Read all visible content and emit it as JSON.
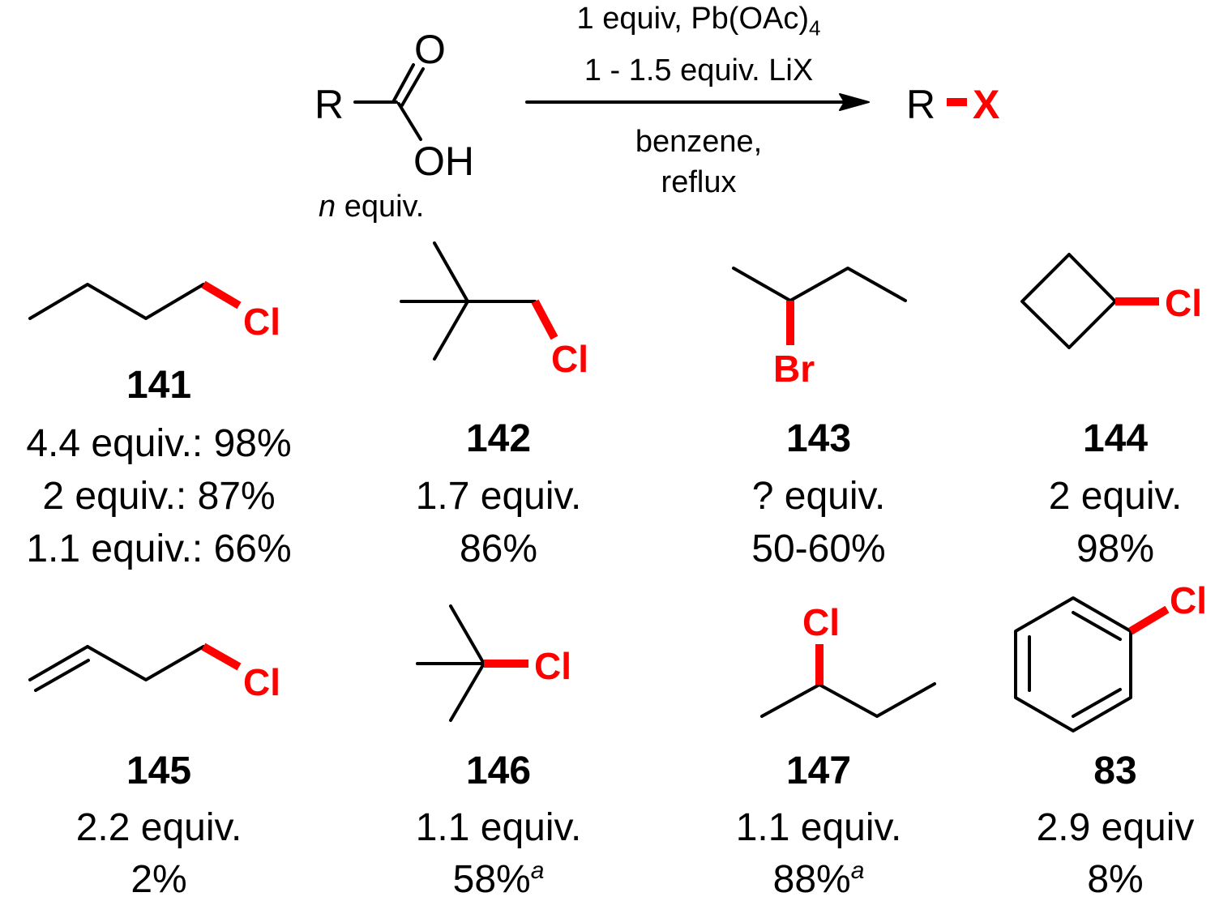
{
  "scheme": {
    "reactant": {
      "r_label": "R",
      "carbonyl_o": "O",
      "hydroxyl": "OH",
      "amount_var": "n",
      "amount_unit": "equiv."
    },
    "conditions": {
      "line1_main": "1 equiv, Pb(OAc)",
      "line1_sub": "4",
      "line2": "1 - 1.5 equiv. LiX",
      "line3": "benzene,",
      "line4": "reflux"
    },
    "product": {
      "r_label": "R",
      "x_label": "X"
    },
    "colors": {
      "halogen": "#ff0000",
      "bond": "#000000"
    }
  },
  "compounds": [
    {
      "id": "141",
      "halogen": "Cl",
      "structure": "1-chlorobutane",
      "lines": [
        "4.4 equiv.: 98%",
        "2 equiv.: 87%",
        "1.1 equiv.: 66%"
      ]
    },
    {
      "id": "142",
      "halogen": "Cl",
      "structure": "neopentyl chloride",
      "equiv": "1.7 equiv.",
      "yield": "86%"
    },
    {
      "id": "143",
      "halogen": "Br",
      "structure": "2-bromobutane",
      "equiv": "? equiv.",
      "yield": "50-60%"
    },
    {
      "id": "144",
      "halogen": "Cl",
      "structure": "chlorocyclobutane",
      "equiv": "2 equiv.",
      "yield": "98%"
    },
    {
      "id": "145",
      "halogen": "Cl",
      "structure": "4-chloro-1-butene",
      "equiv": "2.2 equiv.",
      "yield": "2%"
    },
    {
      "id": "146",
      "halogen": "Cl",
      "structure": "tert-butyl chloride",
      "equiv": "1.1 equiv.",
      "yield": "58%",
      "footnote": "a"
    },
    {
      "id": "147",
      "halogen": "Cl",
      "structure": "2-chlorobutane",
      "equiv": "1.1 equiv.",
      "yield": "88%",
      "footnote": "a"
    },
    {
      "id": "83",
      "halogen": "Cl",
      "structure": "chlorobenzene",
      "equiv": "2.9 equiv",
      "yield": "8%"
    }
  ]
}
